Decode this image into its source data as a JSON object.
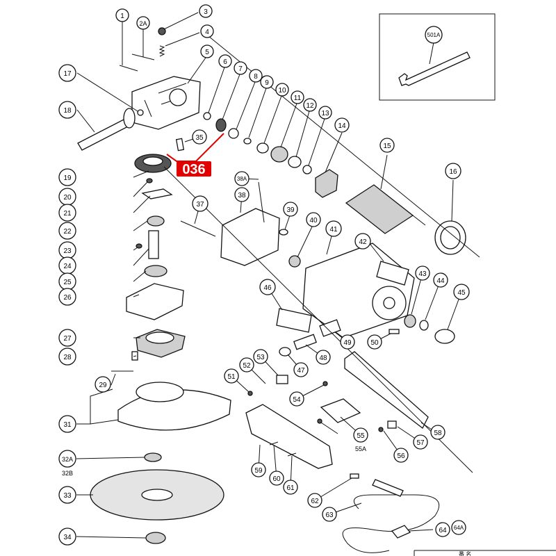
{
  "callouts": {
    "c1": "1",
    "c2A": "2A",
    "c3": "3",
    "c4": "4",
    "c5": "5",
    "c6": "6",
    "c7": "7",
    "c8": "8",
    "c9": "9",
    "c10": "10",
    "c11": "11",
    "c12": "12",
    "c13": "13",
    "c14": "14",
    "c15": "15",
    "c16": "16",
    "c17": "17",
    "c18": "18",
    "c19": "19",
    "c20": "20",
    "c21": "21",
    "c22": "22",
    "c23": "23",
    "c24": "24",
    "c25": "25",
    "c26": "26",
    "c27": "27",
    "c28": "28",
    "c29": "29",
    "c31": "31",
    "c32A": "32A",
    "c32B": "32B",
    "c33": "33",
    "c34": "34",
    "c35": "35",
    "c37": "37",
    "c38A": "38A",
    "c38": "38",
    "c39": "39",
    "c40": "40",
    "c41": "41",
    "c42": "42",
    "c43": "43",
    "c44": "44",
    "c45": "45",
    "c46": "46",
    "c47": "47",
    "c48": "48",
    "c49": "49",
    "c50": "50",
    "c51": "51",
    "c52": "52",
    "c53": "53",
    "c54": "54",
    "c55": "55",
    "c55A": "55A",
    "c56": "56",
    "c57": "57",
    "c58": "58",
    "c59": "59",
    "c60": "60",
    "c61": "61",
    "c62": "62",
    "c63": "63",
    "c64": "64",
    "c64A": "64A",
    "c501A": "501A"
  },
  "highlight": {
    "label": "036",
    "color": "#e00000"
  },
  "footer_text": "番 名"
}
